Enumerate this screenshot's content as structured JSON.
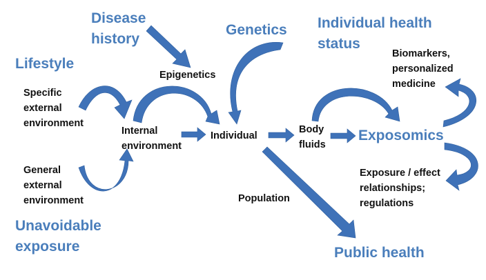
{
  "colors": {
    "accent_text": "#4a7ebb",
    "arrow_fill": "#3f72b8",
    "body_text": "#111111",
    "background": "#ffffff"
  },
  "factors": {
    "disease_history": [
      "Disease",
      "history"
    ],
    "genetics": "Genetics",
    "individual_health_status": [
      "Individual health",
      "status"
    ],
    "lifestyle": "Lifestyle",
    "unavoidable_exposure": [
      "Unavoidable",
      "exposure"
    ]
  },
  "nodes": {
    "epigenetics": "Epigenetics",
    "specific_external_environment": [
      "Specific",
      "external",
      "environment"
    ],
    "general_external_environment": [
      "General",
      "external",
      "environment"
    ],
    "internal_environment": [
      "Internal",
      "environment"
    ],
    "individual": "Individual",
    "body_fluids": [
      "Body",
      "fluids"
    ],
    "exposomics": "Exposomics",
    "biomarkers": [
      "Biomarkers,",
      "personalized",
      "medicine"
    ],
    "exposure_effect": [
      "Exposure / effect",
      "relationships;",
      "regulations"
    ],
    "population": "Population",
    "public_health": "Public health"
  }
}
